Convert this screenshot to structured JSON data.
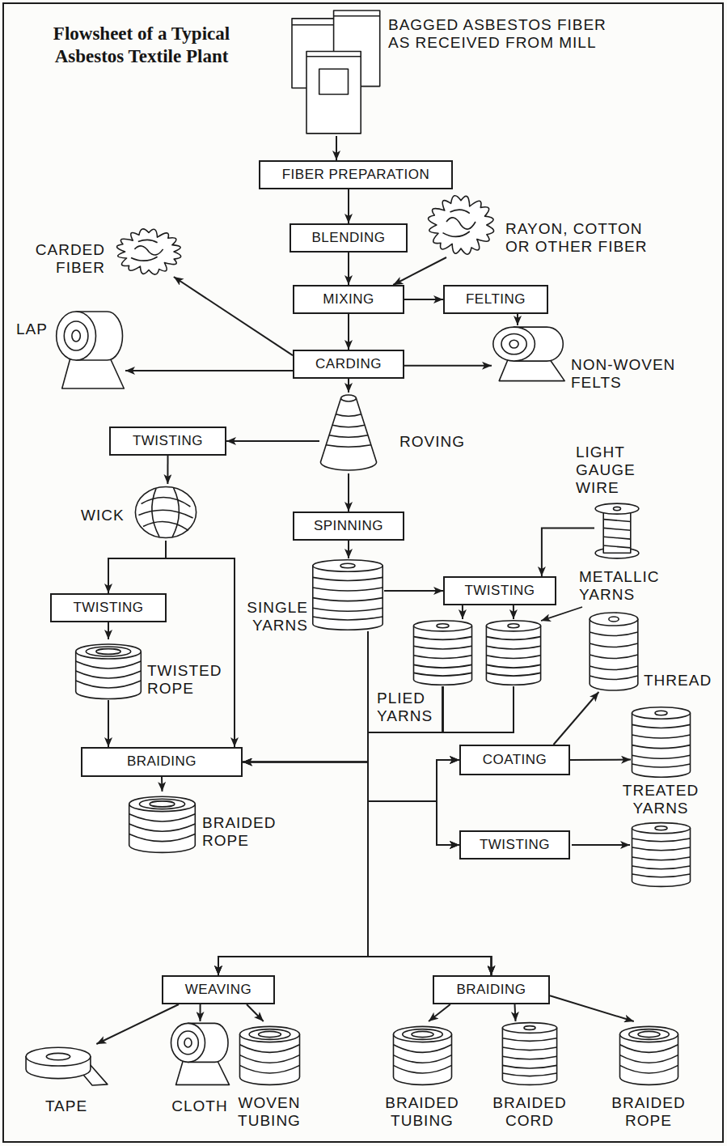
{
  "diagram": {
    "title": "Flowsheet of a Typical Asbestos Textile Plant",
    "nodes": [
      {
        "text": [
          "BAGGED ASBESTOS FIBER AS RECEIVED FROM MILL"
        ]
      },
      {
        "text": [
          "FIBER PREPARATION"
        ]
      },
      {
        "text": [
          "RAYON, COTTON OR OTHER FIBER"
        ]
      },
      {
        "text": [
          "BLENDING"
        ]
      },
      {
        "text": [
          "CARDED FIBER"
        ]
      },
      {
        "text": [
          "MIXING"
        ]
      },
      {
        "text": [
          "FELTING"
        ]
      },
      {
        "text": [
          "LAP"
        ]
      },
      {
        "text": [
          "CARDING"
        ]
      },
      {
        "text": [
          "NON-WOVEN FELTS"
        ]
      },
      {
        "text": [
          "TWISTING"
        ]
      },
      {
        "text": [
          "ROVING"
        ]
      },
      {
        "text": [
          "WICK"
        ]
      },
      {
        "text": [
          "SPINNING"
        ]
      },
      {
        "text": [
          "LIGHT GAUGE WIRE"
        ]
      },
      {
        "text": [
          "TWISTING"
        ]
      },
      {
        "text": [
          "SINGLE YARNS"
        ]
      },
      {
        "text": [
          "TWISTING"
        ]
      },
      {
        "text": [
          "PLIED YARNS"
        ]
      },
      {
        "text": [
          "METALLIC YARNS"
        ]
      },
      {
        "text": [
          "THREAD"
        ]
      },
      {
        "text": [
          "TWISTED ROPE"
        ]
      },
      {
        "text": [
          "TREATED YARNS"
        ]
      },
      {
        "text": [
          "BRAIDING"
        ]
      },
      {
        "text": [
          "COATING"
        ]
      },
      {
        "text": [
          "BRAIDED ROPE"
        ]
      },
      {
        "text": [
          "TWISTING"
        ]
      },
      {
        "text": [
          "WEAVING"
        ]
      },
      {
        "text": [
          "BRAIDING"
        ]
      },
      {
        "text": [
          "TAPE"
        ]
      },
      {
        "text": [
          "CLOTH"
        ]
      },
      {
        "text": [
          "WOVEN TUBING"
        ]
      },
      {
        "text": [
          "BRAIDED TUBING"
        ]
      },
      {
        "text": [
          "BRAIDED CORD"
        ]
      },
      {
        "text": [
          "BRAIDED ROPE"
        ]
      }
    ],
    "edges": [
      {
        "from": 0,
        "to": 1,
        "arrow": "to"
      },
      {
        "from": 1,
        "to": 3,
        "arrow": "to"
      },
      {
        "from": 3,
        "to": 5,
        "arrow": "to"
      },
      {
        "from": 2,
        "to": 5,
        "arrow": "to"
      },
      {
        "from": 5,
        "to": 6,
        "arrow": "to"
      },
      {
        "from": 5,
        "to": 8,
        "arrow": "to"
      },
      {
        "from": 8,
        "to": 4,
        "arrow": "to"
      },
      {
        "from": 8,
        "to": 7,
        "arrow": "to"
      },
      {
        "from": 6,
        "to": 9,
        "arrow": "to"
      },
      {
        "from": 8,
        "to": 9,
        "arrow": "to"
      },
      {
        "from": 8,
        "to": 11,
        "arrow": "to"
      },
      {
        "from": 11,
        "to": 10,
        "arrow": "to"
      },
      {
        "from": 10,
        "to": 12,
        "arrow": "to"
      },
      {
        "from": 11,
        "to": 13,
        "arrow": "to"
      },
      {
        "from": 13,
        "to": 16,
        "arrow": "to"
      },
      {
        "from": 12,
        "to": 15,
        "arrow": "to"
      },
      {
        "from": 12,
        "to": 23,
        "arrow": "to"
      },
      {
        "from": 16,
        "to": 17,
        "arrow": "to"
      },
      {
        "from": 14,
        "to": 17,
        "arrow": "to"
      },
      {
        "from": 17,
        "to": 18,
        "arrow": "to"
      },
      {
        "from": 17,
        "to": 19,
        "arrow": "to"
      },
      {
        "from": 15,
        "to": 21,
        "arrow": "to"
      },
      {
        "from": 21,
        "to": 23,
        "arrow": "to"
      },
      {
        "from": 23,
        "to": 25,
        "arrow": "to"
      },
      {
        "from": 24,
        "to": 20,
        "arrow": "to"
      },
      {
        "from": 24,
        "to": 22,
        "arrow": "to"
      },
      {
        "from": 16,
        "to": 23,
        "arrow": "to"
      },
      {
        "from": 16,
        "to": 24,
        "arrow": "to"
      },
      {
        "from": 16,
        "to": 26,
        "arrow": "to"
      },
      {
        "from": 16,
        "to": 27,
        "arrow": "to"
      },
      {
        "from": 16,
        "to": 28,
        "arrow": "to"
      },
      {
        "from": 18,
        "to": 23,
        "arrow": "to"
      },
      {
        "from": 18,
        "to": 24,
        "arrow": "to"
      },
      {
        "from": 18,
        "to": 26,
        "arrow": "to"
      },
      {
        "from": 18,
        "to": 27,
        "arrow": "to"
      },
      {
        "from": 18,
        "to": 28,
        "arrow": "to"
      },
      {
        "from": 19,
        "to": 23,
        "arrow": "to"
      },
      {
        "from": 19,
        "to": 24,
        "arrow": "to"
      },
      {
        "from": 19,
        "to": 26,
        "arrow": "to"
      },
      {
        "from": 19,
        "to": 27,
        "arrow": "to"
      },
      {
        "from": 19,
        "to": 28,
        "arrow": "to"
      },
      {
        "from": 27,
        "to": 29,
        "arrow": "to"
      },
      {
        "from": 27,
        "to": 30,
        "arrow": "to"
      },
      {
        "from": 27,
        "to": 31,
        "arrow": "to"
      },
      {
        "from": 28,
        "to": 32,
        "arrow": "to"
      },
      {
        "from": 28,
        "to": 33,
        "arrow": "to"
      },
      {
        "from": 28,
        "to": 34,
        "arrow": "to"
      }
    ]
  }
}
